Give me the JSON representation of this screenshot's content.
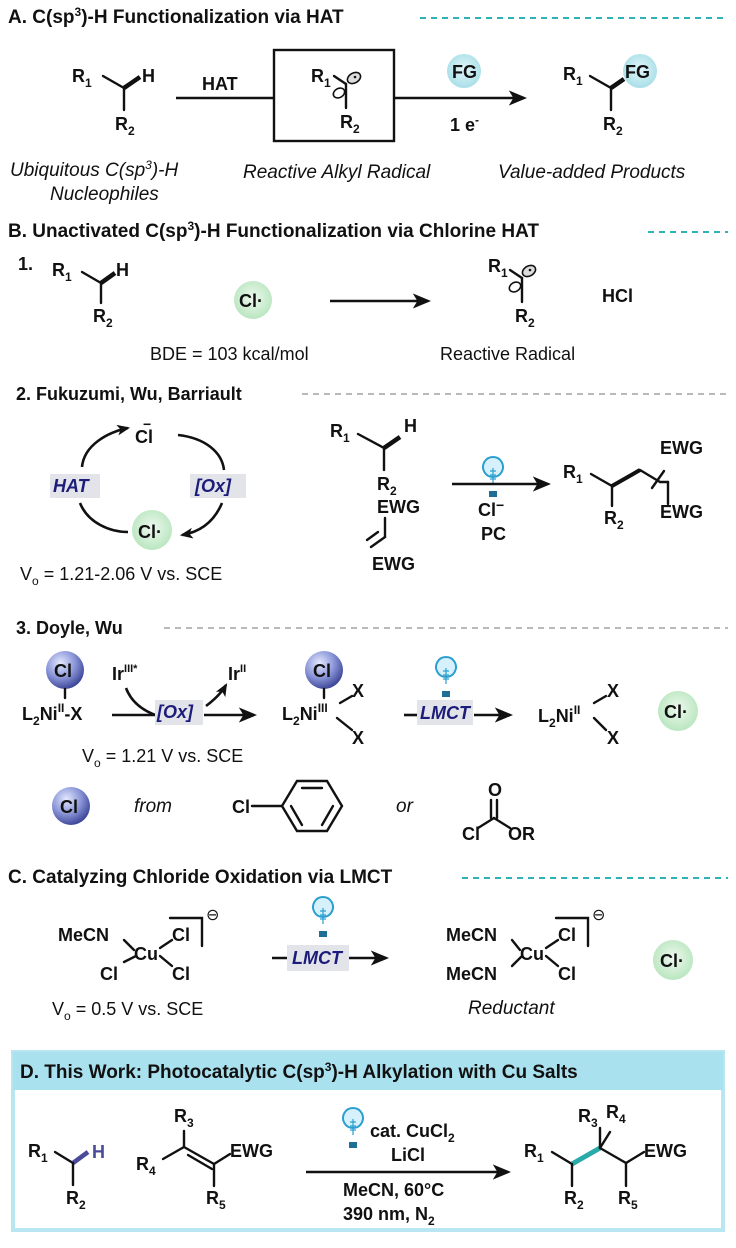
{
  "colors": {
    "teal_accent": "#2bb3b8",
    "fg_bubble": "#bfe9ef",
    "cl_radical_bubble": "#d3efd6",
    "cl_sphere": "#7a86c9",
    "label_box": "#e3e3ea",
    "label_text": "#1c1c7a",
    "panel_d_border": "#b8e6f1",
    "panel_d_header": "#a9e1ee",
    "new_bond": "#2aa9a9",
    "h_atom_highlight": "#4a4a9a"
  },
  "panel_a": {
    "title_prefix": "A. C(sp",
    "title_sup": "3",
    "title_suffix": ")-H Functionalization via HAT",
    "reactant": {
      "r1": "R",
      "r1_sub": "1",
      "h": "H",
      "r2": "R",
      "r2_sub": "2"
    },
    "arrow1_label": "HAT",
    "radical": {
      "r1": "R",
      "r1_sub": "1",
      "r2": "R",
      "r2_sub": "2"
    },
    "fg_bubble": "FG",
    "arrow2_label": "1 e",
    "arrow2_sup": "-",
    "product": {
      "r1": "R",
      "r1_sub": "1",
      "fg": "FG",
      "r2": "R",
      "r2_sub": "2"
    },
    "caption1_line1_prefix": "Ubiquitous C(sp",
    "caption1_line1_sup": "3",
    "caption1_line1_suffix": ")-H",
    "caption1_line2": "Nucleophiles",
    "caption2": "Reactive Alkyl Radical",
    "caption3": "Value-added Products"
  },
  "panel_b": {
    "title_prefix": "B.  Unactivated C(sp",
    "title_sup": "3",
    "title_suffix": ")-H Functionalization via Chlorine HAT",
    "step1": {
      "number": "1.",
      "r1": "R",
      "r1_sub": "1",
      "h": "H",
      "r2": "R",
      "r2_sub": "2",
      "cl_radical": "Cl·",
      "bde": "BDE = 103 kcal/mol",
      "radical_r1": "R",
      "radical_r1_sub": "1",
      "radical_r2": "R",
      "radical_r2_sub": "2",
      "radical_caption": "Reactive Radical",
      "byproduct": "HCl"
    },
    "step2": {
      "heading": "2. Fukuzumi, Wu, Barriault",
      "cycle_top": "Cl",
      "cycle_top_charge": "−",
      "cycle_left": "HAT",
      "cycle_right": "[Ox]",
      "cycle_bottom": "Cl·",
      "potential_prefix": "V",
      "potential_sub": "o",
      "potential_suffix": " = 1.21-2.06 V vs. SCE",
      "substrate": {
        "r1": "R",
        "r1_sub": "1",
        "h": "H",
        "r2": "R",
        "r2_sub": "2"
      },
      "alkene_ewg1": "EWG",
      "alkene_ewg2": "EWG",
      "arrow_cond1": "Cl",
      "arrow_cond1_charge": "−",
      "arrow_cond2": "PC",
      "product": {
        "r1": "R",
        "r1_sub": "1",
        "r2": "R",
        "r2_sub": "2",
        "ewg1": "EWG",
        "ewg2": "EWG"
      }
    },
    "step3": {
      "heading": "3. Doyle, Wu",
      "ni_start_l": "L",
      "ni_start_l_sub": "2",
      "ni_start_ni": "Ni",
      "ni_start_ox": "II",
      "ni_start_x": "-X",
      "cl_sphere": "Cl",
      "ir_start": "Ir",
      "ir_start_sup": "III*",
      "ir_end": "Ir",
      "ir_end_sup": "II",
      "ox_label": "[Ox]",
      "ni_mid_l": "L",
      "ni_mid_l_sub": "2",
      "ni_mid_ni": "Ni",
      "ni_mid_ox": "III",
      "x": "X",
      "lmct_label": "LMCT",
      "ni_end_l": "L",
      "ni_end_l_sub": "2",
      "ni_end_ni": "Ni",
      "ni_end_ox": "II",
      "cl_radical": "Cl·",
      "potential_prefix": "V",
      "potential_sub": "o",
      "potential_suffix": " = 1.21 V vs. SCE",
      "from_label": "from",
      "or_label": "or",
      "chlorobenzene_cl": "Cl",
      "chloroformate_o": "O",
      "chloroformate_cl": "Cl",
      "chloroformate_or": "OR"
    }
  },
  "panel_c": {
    "title": "C. Catalyzing Chloride Oxidation via LMCT",
    "complex1": {
      "mecn": "MeCN",
      "cu": "Cu",
      "cl_a": "Cl",
      "cl_b": "Cl",
      "cl_c": "Cl",
      "charge": "⊖"
    },
    "lmct_label": "LMCT",
    "complex2": {
      "mecn_a": "MeCN",
      "mecn_b": "MeCN",
      "cu": "Cu",
      "cl_a": "Cl",
      "cl_b": "Cl",
      "charge": "⊖"
    },
    "cl_radical": "Cl·",
    "potential_prefix": "V",
    "potential_sub": "o",
    "potential_suffix": " = 0.5 V vs. SCE",
    "complex2_caption": "Reductant"
  },
  "panel_d": {
    "title_prefix": "D. This Work: Photocatalytic C(sp",
    "title_sup": "3",
    "title_suffix": ")-H Alkylation with Cu Salts",
    "substrate": {
      "r1": "R",
      "r1_sub": "1",
      "h": "H",
      "r2": "R",
      "r2_sub": "2"
    },
    "alkene": {
      "r3": "R",
      "r3_sub": "3",
      "r4": "R",
      "r4_sub": "4",
      "r5": "R",
      "r5_sub": "5",
      "ewg": "EWG"
    },
    "conditions": {
      "catalyst_prefix": "cat. CuCl",
      "catalyst_sub": "2",
      "additive": "LiCl",
      "solvent_temp": "MeCN, 60°C",
      "light_prefix": "390 nm, N",
      "light_sub": "2"
    },
    "product": {
      "r1": "R",
      "r1_sub": "1",
      "r2": "R",
      "r2_sub": "2",
      "r3": "R",
      "r3_sub": "3",
      "r4": "R",
      "r4_sub": "4",
      "r5": "R",
      "r5_sub": "5",
      "ewg": "EWG"
    }
  }
}
